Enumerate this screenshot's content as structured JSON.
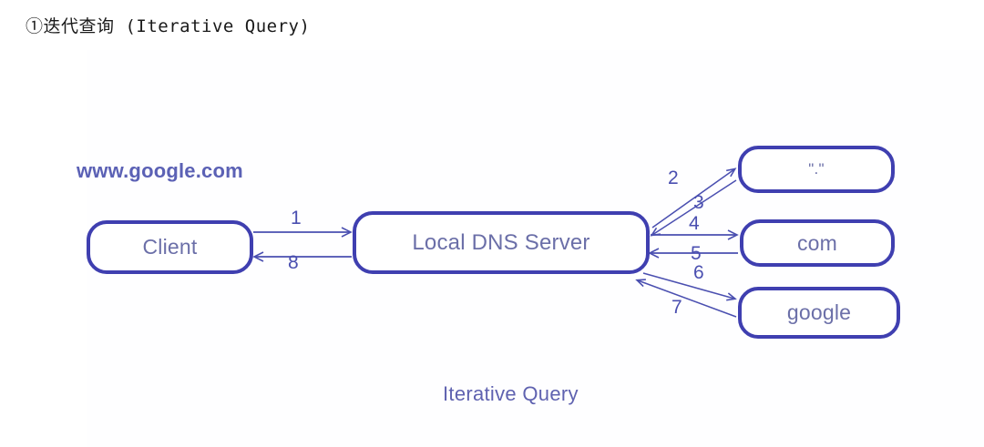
{
  "title": "①迭代查询 (Iterative Query)",
  "diagram": {
    "query_url": "www.google.com",
    "caption": "Iterative Query",
    "colors": {
      "node_border": "#3f3fb0",
      "node_text": "#6b6fa8",
      "label_text": "#4a4fb0",
      "caption_text": "#5f62b0",
      "url_text": "#5b61b5",
      "background": "#ffffff"
    },
    "nodes": [
      {
        "id": "client",
        "label": "Client"
      },
      {
        "id": "dns",
        "label": "Local DNS Server"
      },
      {
        "id": "root",
        "label": "\".\""
      },
      {
        "id": "com",
        "label": "com"
      },
      {
        "id": "google",
        "label": "google"
      }
    ],
    "edges": [
      {
        "step": "1",
        "from": "client",
        "to": "dns",
        "direction": "right"
      },
      {
        "step": "2",
        "from": "dns",
        "to": "root",
        "direction": "up-right"
      },
      {
        "step": "3",
        "from": "root",
        "to": "dns",
        "direction": "down-left"
      },
      {
        "step": "4",
        "from": "dns",
        "to": "com",
        "direction": "right"
      },
      {
        "step": "5",
        "from": "com",
        "to": "dns",
        "direction": "left"
      },
      {
        "step": "6",
        "from": "dns",
        "to": "google",
        "direction": "down-right"
      },
      {
        "step": "7",
        "from": "google",
        "to": "dns",
        "direction": "up-left"
      },
      {
        "step": "8",
        "from": "dns",
        "to": "client",
        "direction": "left"
      }
    ]
  }
}
